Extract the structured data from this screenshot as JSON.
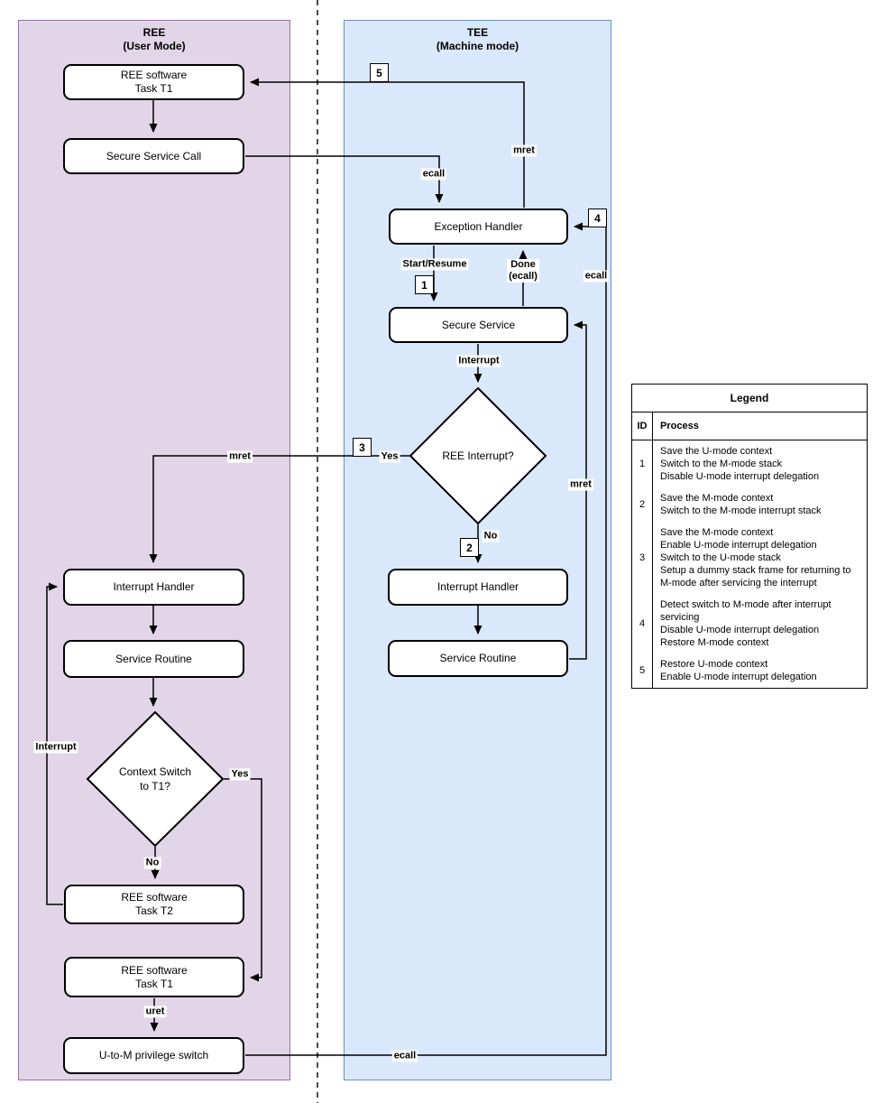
{
  "regions": {
    "ree": {
      "title": "REE\n(User Mode)"
    },
    "tee": {
      "title": "TEE\n(Machine mode)"
    }
  },
  "nodes": {
    "ree_task_t1_top": "REE software\nTask T1",
    "secure_service_call": "Secure Service Call",
    "exception_handler": "Exception Handler",
    "secure_service": "Secure Service",
    "ree_interrupt_question": "REE Interrupt?",
    "tee_interrupt_handler": "Interrupt Handler",
    "tee_service_routine": "Service Routine",
    "ree_interrupt_handler": "Interrupt Handler",
    "ree_service_routine": "Service Routine",
    "context_switch_question": "Context Switch\nto T1?",
    "ree_task_t2": "REE software\nTask T2",
    "ree_task_t1_bottom": "REE software\nTask T1",
    "u_to_m_switch": "U-to-M privilege switch"
  },
  "edge_labels": {
    "ecall_top": "ecall",
    "mret_top": "mret",
    "start_resume": "Start/Resume",
    "done_ecall": "Done\n(ecall)",
    "interrupt_tee": "Interrupt",
    "yes_tee": "Yes",
    "no_tee": "No",
    "mret_yes_path": "mret",
    "mret_service_routine": "mret",
    "ecall_right": "ecall",
    "interrupt_ree": "Interrupt",
    "yes_ree": "Yes",
    "no_ree": "No",
    "uret": "uret",
    "ecall_bottom": "ecall"
  },
  "badges": {
    "b1": "1",
    "b2": "2",
    "b3": "3",
    "b4": "4",
    "b5": "5"
  },
  "legend": {
    "title": "Legend",
    "col_id": "ID",
    "col_process": "Process",
    "rows": [
      {
        "id": "1",
        "process": "Save the U-mode context\nSwitch to the M-mode stack\nDisable U-mode interrupt delegation"
      },
      {
        "id": "2",
        "process": "Save the M-mode context\nSwitch to the M-mode interrupt stack"
      },
      {
        "id": "3",
        "process": "Save the M-mode context\nEnable U-mode interrupt delegation\nSwitch to the U-mode stack\nSetup a dummy stack frame for returning to M-mode after servicing the interrupt"
      },
      {
        "id": "4",
        "process": "Detect switch to M-mode after interrupt servicing\nDisable U-mode interrupt delegation\nRestore M-mode context"
      },
      {
        "id": "5",
        "process": "Restore U-mode context\nEnable U-mode interrupt delegation"
      }
    ]
  },
  "colors": {
    "ree_fill": "#E1D5E7",
    "ree_border": "#9673A6",
    "tee_fill": "#DAE8FC",
    "tee_border": "#6C8EBF",
    "node_fill": "#FFFFFF",
    "line": "#000000"
  }
}
